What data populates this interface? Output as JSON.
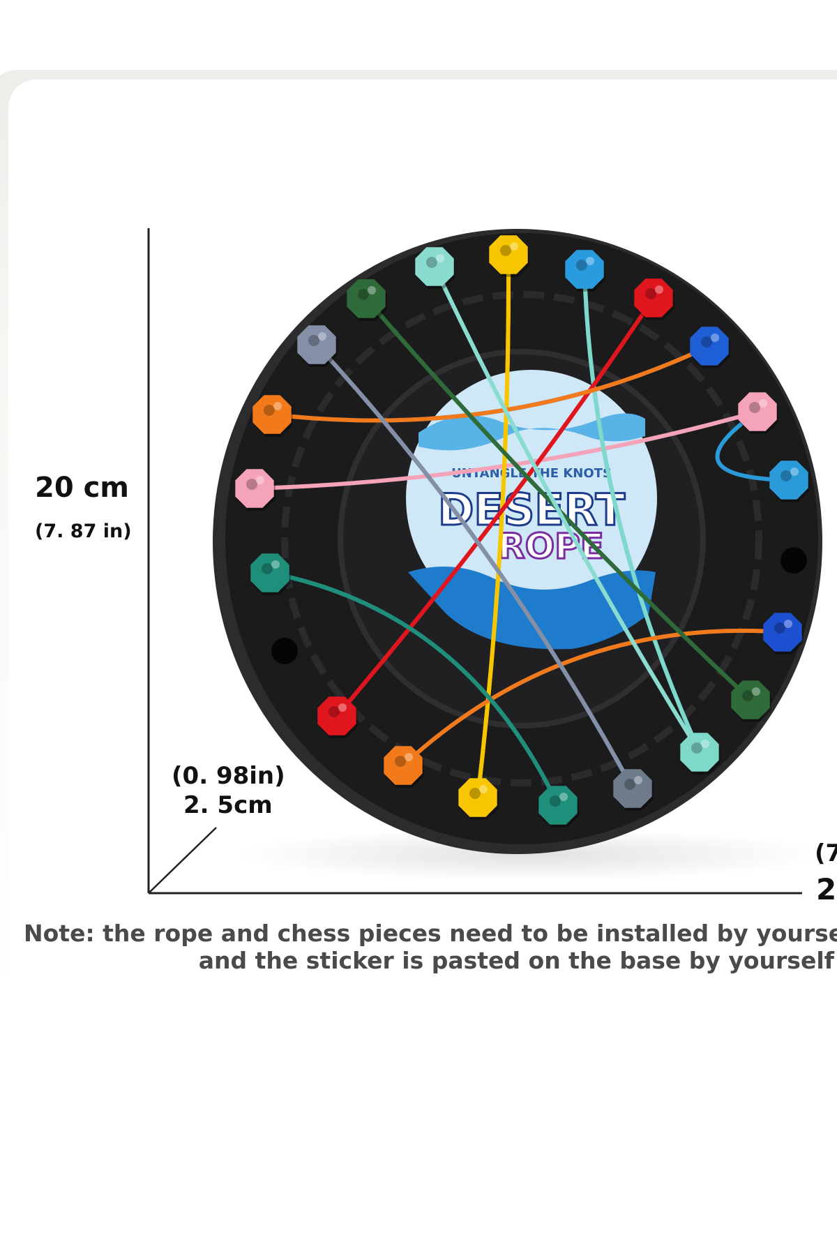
{
  "dimensions": {
    "height_cm": "20 cm",
    "height_in": "(7. 87 in)",
    "depth_in": "(0. 98in)",
    "depth_cm": "2. 5cm",
    "width_in_partial": "(7",
    "width_cm_partial": "2"
  },
  "note": {
    "line1": "Note: the rope and chess pieces need to be installed by yourself,",
    "line2": "and the sticker is pasted on the base by yourself"
  },
  "sticker": {
    "top_text": "UNTANGLE THE KNOTS",
    "word1": "DESERT",
    "word2": "ROPE"
  },
  "colors": {
    "board": "#1b1b1c",
    "board_edge": "#2a2a2b",
    "sticker_bg": "#cfe8f7",
    "note_text": "#4a4a4a",
    "axis": "#222222"
  },
  "pegs": [
    {
      "color": "#f7c600"
    },
    {
      "color": "#2b9be0"
    },
    {
      "color": "#e0161f"
    },
    {
      "color": "#1f5fd6"
    },
    {
      "color": "#f5a3b8"
    },
    {
      "color": "#2a9ad8"
    },
    {
      "color": "#1d4fd1"
    },
    {
      "color": "#2f6b3a"
    },
    {
      "color": "#7ed9cb"
    },
    {
      "color": "#6d7b8a"
    },
    {
      "color": "#1f8f7c"
    },
    {
      "color": "#f7c600"
    },
    {
      "color": "#f27a1a"
    },
    {
      "color": "#e0161f"
    },
    {
      "color": "#1f8f7c"
    },
    {
      "color": "#f5a3b8"
    },
    {
      "color": "#f27a1a"
    },
    {
      "color": "#8390a8"
    },
    {
      "color": "#2f6b3a"
    },
    {
      "color": "#8adbd0"
    }
  ]
}
